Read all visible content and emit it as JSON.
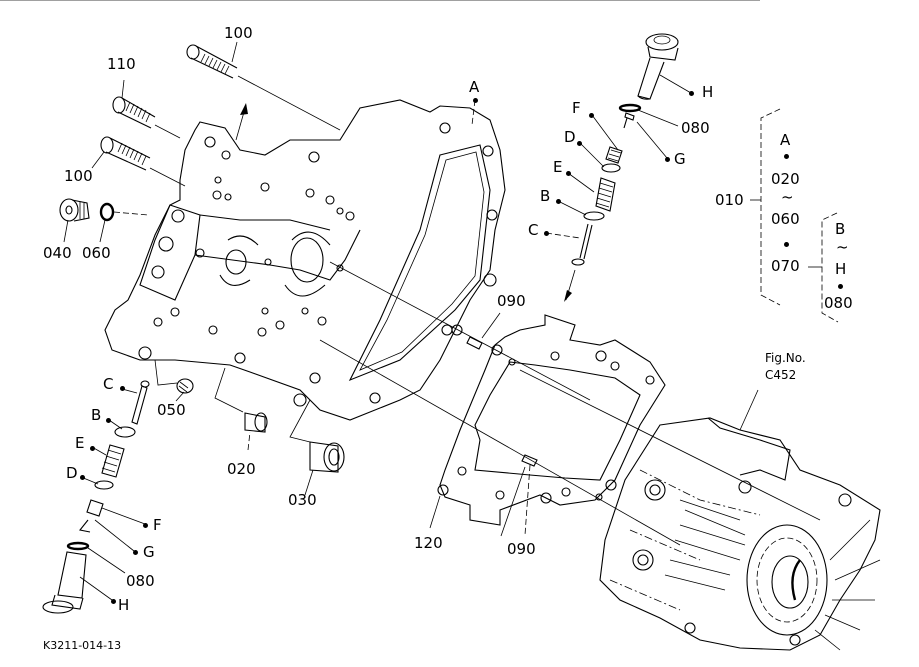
{
  "diagram": {
    "title_code": "K3211-014-13",
    "figure_reference": {
      "label": "Fig.No.",
      "number": "C452"
    },
    "part_labels": [
      {
        "id": "label-100-top",
        "text": "100"
      },
      {
        "id": "label-110",
        "text": "110"
      },
      {
        "id": "label-100-left",
        "text": "100"
      },
      {
        "id": "label-040",
        "text": "040"
      },
      {
        "id": "label-060",
        "text": "060"
      },
      {
        "id": "label-A",
        "text": "A"
      },
      {
        "id": "label-H-top",
        "text": "H"
      },
      {
        "id": "label-080-top",
        "text": "080"
      },
      {
        "id": "label-F-top",
        "text": "F"
      },
      {
        "id": "label-D-top",
        "text": "D"
      },
      {
        "id": "label-G-top",
        "text": "G"
      },
      {
        "id": "label-E-top",
        "text": "E"
      },
      {
        "id": "label-B-top",
        "text": "B"
      },
      {
        "id": "label-C-top",
        "text": "C"
      },
      {
        "id": "label-090-top",
        "text": "090"
      },
      {
        "id": "label-C-bottom",
        "text": "C"
      },
      {
        "id": "label-B-bottom",
        "text": "B"
      },
      {
        "id": "label-E-bottom",
        "text": "E"
      },
      {
        "id": "label-D-bottom",
        "text": "D"
      },
      {
        "id": "label-F-bottom",
        "text": "F"
      },
      {
        "id": "label-G-bottom",
        "text": "G"
      },
      {
        "id": "label-080-bottom",
        "text": "080"
      },
      {
        "id": "label-H-bottom",
        "text": "H"
      },
      {
        "id": "label-050",
        "text": "050"
      },
      {
        "id": "label-020",
        "text": "020"
      },
      {
        "id": "label-030",
        "text": "030"
      },
      {
        "id": "label-120",
        "text": "120"
      },
      {
        "id": "label-090-bottom",
        "text": "090"
      }
    ],
    "assembly_legend": {
      "assembly_number": "010",
      "group_1": {
        "items": [
          "A",
          "020",
          "~",
          "060",
          "070"
        ]
      },
      "group_2": {
        "sub_assembly_number": "070",
        "items": [
          "B",
          "~",
          "H",
          "080"
        ]
      }
    }
  }
}
